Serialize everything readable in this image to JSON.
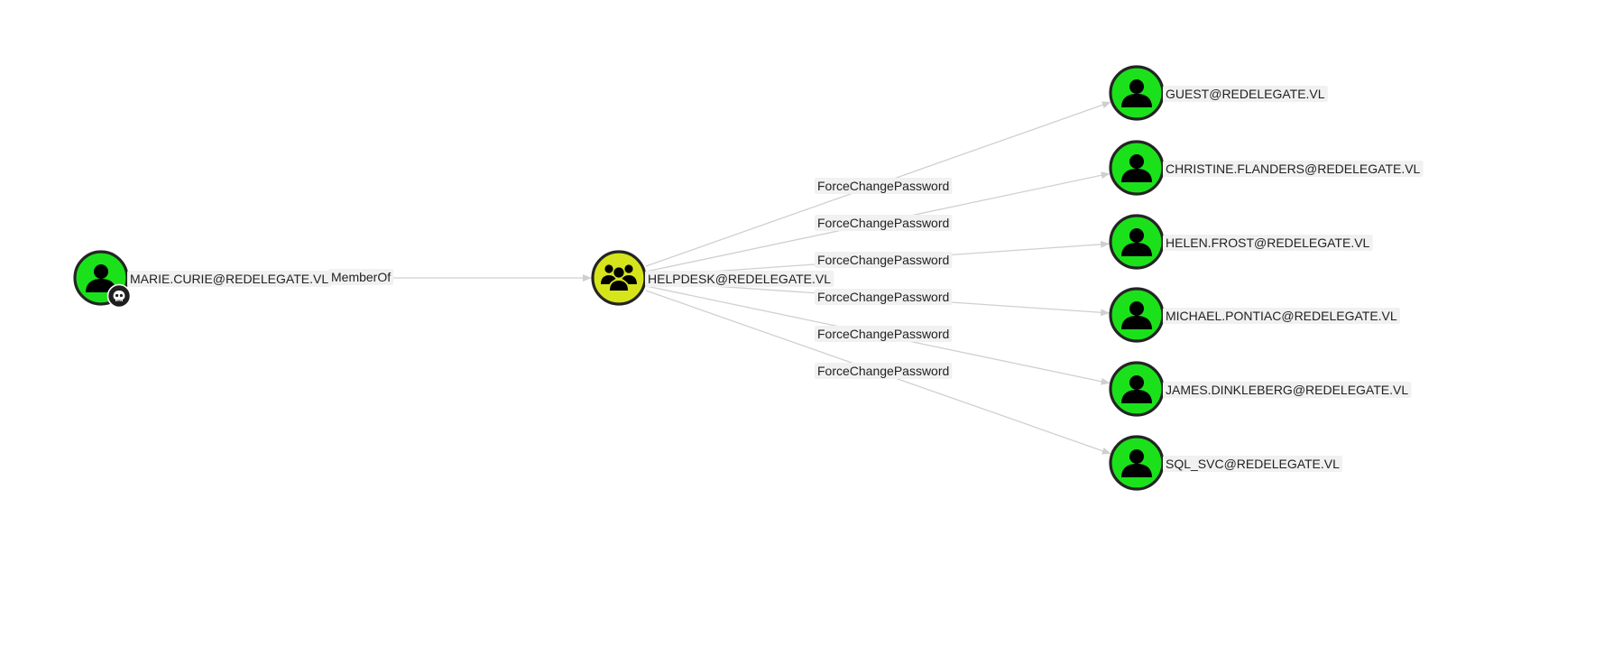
{
  "graph": {
    "colors": {
      "user_node": "#1be11b",
      "group_node": "#d6e51b",
      "node_border": "#242424",
      "edge": "#d0d0d0",
      "label_bg": "#f1f1f1",
      "owned_badge": "#1f1f1f"
    },
    "nodes": [
      {
        "id": "marie",
        "type": "user",
        "icon": "user-icon",
        "badge": "skull-icon",
        "label": "MARIE.CURIE@REDELEGATE.VL"
      },
      {
        "id": "helpdesk",
        "type": "group",
        "icon": "group-icon",
        "label": "HELPDESK@REDELEGATE.VL"
      },
      {
        "id": "guest",
        "type": "user",
        "icon": "user-icon",
        "label": "GUEST@REDELEGATE.VL"
      },
      {
        "id": "christine",
        "type": "user",
        "icon": "user-icon",
        "label": "CHRISTINE.FLANDERS@REDELEGATE.VL"
      },
      {
        "id": "helen",
        "type": "user",
        "icon": "user-icon",
        "label": "HELEN.FROST@REDELEGATE.VL"
      },
      {
        "id": "michael",
        "type": "user",
        "icon": "user-icon",
        "label": "MICHAEL.PONTIAC@REDELEGATE.VL"
      },
      {
        "id": "james",
        "type": "user",
        "icon": "user-icon",
        "label": "JAMES.DINKLEBERG@REDELEGATE.VL"
      },
      {
        "id": "sqlsvc",
        "type": "user",
        "icon": "user-icon",
        "label": "SQL_SVC@REDELEGATE.VL"
      }
    ],
    "edges": [
      {
        "from": "marie",
        "to": "helpdesk",
        "label": "MemberOf"
      },
      {
        "from": "helpdesk",
        "to": "guest",
        "label": "ForceChangePassword"
      },
      {
        "from": "helpdesk",
        "to": "christine",
        "label": "ForceChangePassword"
      },
      {
        "from": "helpdesk",
        "to": "helen",
        "label": "ForceChangePassword"
      },
      {
        "from": "helpdesk",
        "to": "michael",
        "label": "ForceChangePassword"
      },
      {
        "from": "helpdesk",
        "to": "james",
        "label": "ForceChangePassword"
      },
      {
        "from": "helpdesk",
        "to": "sqlsvc",
        "label": "ForceChangePassword"
      }
    ]
  }
}
